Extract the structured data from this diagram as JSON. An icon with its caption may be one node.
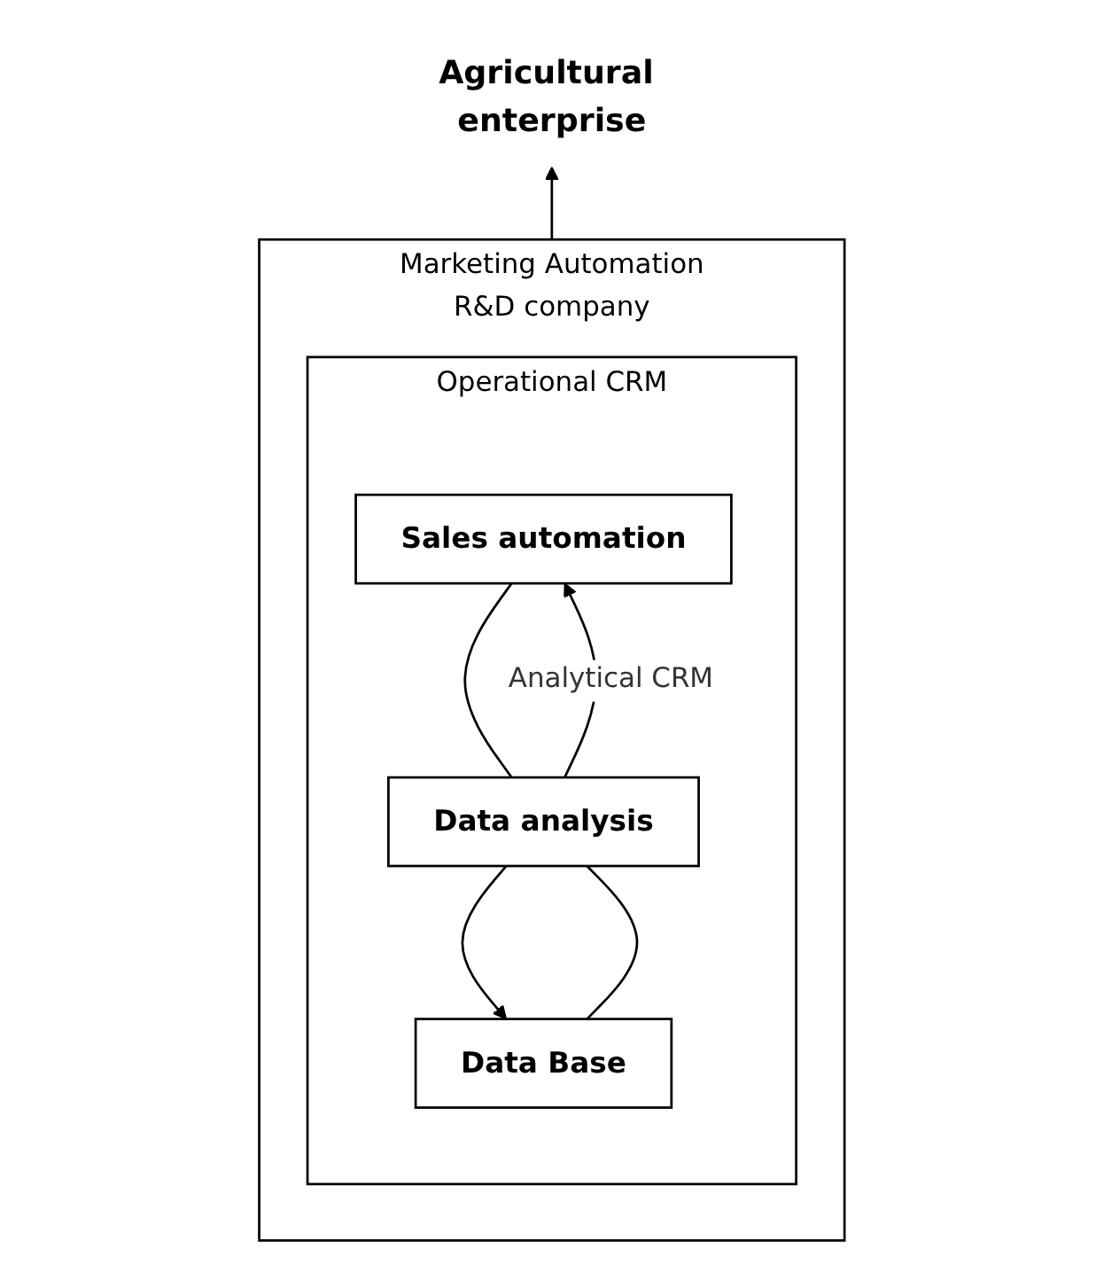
{
  "diagram": {
    "nodes": [
      {
        "text": [
          "Agricultural enterprise"
        ]
      },
      {
        "text": [
          "Marketing Automation",
          "R&D company"
        ]
      },
      {
        "text": [
          "Operational CRM"
        ],
        "in": 1
      },
      {
        "text": [
          "Sales automation"
        ],
        "in": 2
      },
      {
        "text": [
          "Data analysis"
        ],
        "in": 2
      },
      {
        "text": [
          "Data Base"
        ],
        "in": 2
      }
    ],
    "edges": [
      {
        "from": 1,
        "to": 0,
        "arrow": "to"
      },
      {
        "from": 5,
        "to": 4,
        "arrow": "none"
      },
      {
        "from": 4,
        "to": 3,
        "arrow": "to",
        "label": "Analytical CRM"
      },
      {
        "from": 3,
        "to": 4,
        "arrow": "none"
      },
      {
        "from": 4,
        "to": 5,
        "arrow": "to"
      }
    ]
  }
}
